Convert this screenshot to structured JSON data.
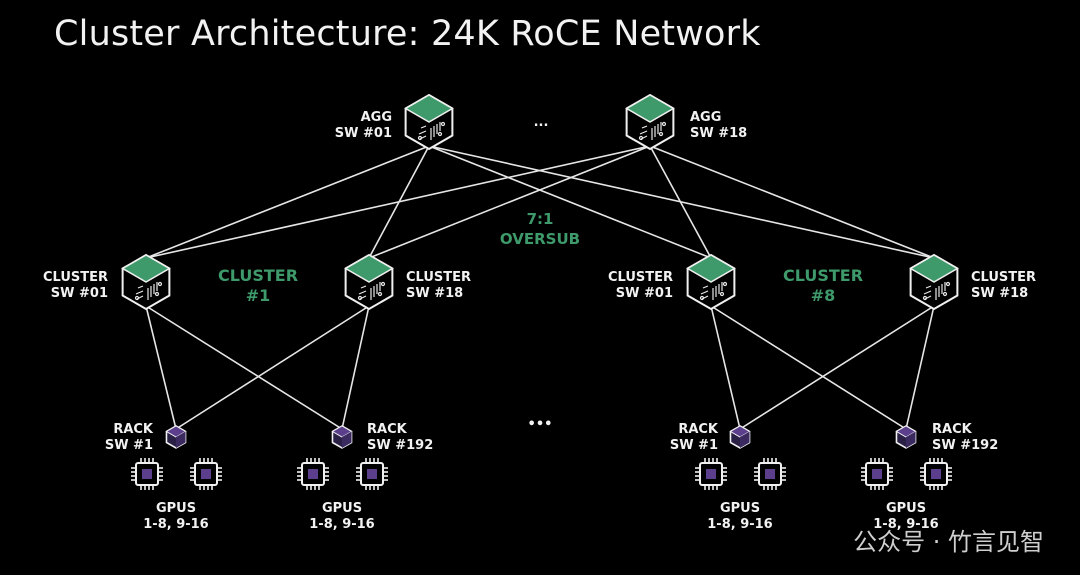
{
  "title": "Cluster Architecture: 24K RoCE Network",
  "agg": [
    {
      "line1": "AGG",
      "line2": "SW #01"
    },
    {
      "line1": "AGG",
      "line2": "SW #18"
    }
  ],
  "agg_ellipsis": "...",
  "oversub": {
    "line1": "7:1",
    "line2": "OVERSUB"
  },
  "clusters": [
    {
      "name_line1": "CLUSTER",
      "name_line2": "#1",
      "switches": [
        {
          "line1": "CLUSTER",
          "line2": "SW #01"
        },
        {
          "line1": "CLUSTER",
          "line2": "SW #18"
        }
      ],
      "racks": [
        {
          "line1": "RACK",
          "line2": "SW #1"
        },
        {
          "line1": "RACK",
          "line2": "SW #192"
        }
      ],
      "gpus": [
        {
          "line1": "GPUS",
          "line2": "1-8, 9-16"
        },
        {
          "line1": "GPUS",
          "line2": "1-8, 9-16"
        }
      ]
    },
    {
      "name_line1": "CLUSTER",
      "name_line2": "#8",
      "switches": [
        {
          "line1": "CLUSTER",
          "line2": "SW #01"
        },
        {
          "line1": "CLUSTER",
          "line2": "SW #18"
        }
      ],
      "racks": [
        {
          "line1": "RACK",
          "line2": "SW #1"
        },
        {
          "line1": "RACK",
          "line2": "SW #192"
        }
      ],
      "gpus": [
        {
          "line1": "GPUS",
          "line2": "1-8, 9-16"
        },
        {
          "line1": "GPUS",
          "line2": "1-8, 9-16"
        }
      ]
    }
  ],
  "middle_ellipsis": "•••",
  "watermark": "公众号 · 竹言见智",
  "colors": {
    "accent_green": "#3e9a6b",
    "rack_purple": "#5b3f8c",
    "line": "#e6e6e6"
  }
}
